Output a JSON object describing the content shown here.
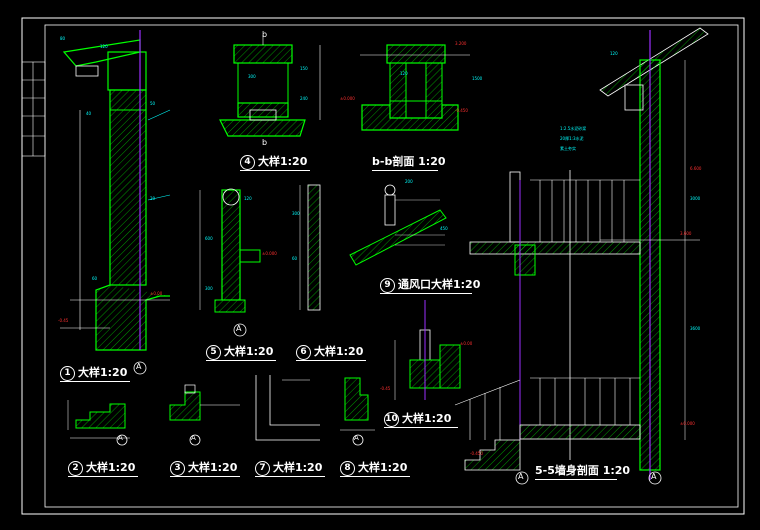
{
  "sheet": {
    "background": "#000000",
    "frame_color": "#ffffff",
    "wall_color": "#00ff00",
    "section_line_color": "#9b30ff",
    "dim_text_color": "#00ffff",
    "level_text_color": "#ff3030"
  },
  "details": [
    {
      "num": "1",
      "title": "大样1:20"
    },
    {
      "num": "2",
      "title": "大样1:20"
    },
    {
      "num": "3",
      "title": "大样1:20"
    },
    {
      "num": "4",
      "title": "大样1:20"
    },
    {
      "num": "5",
      "title": "大样1:20"
    },
    {
      "num": "6",
      "title": "大样1:20"
    },
    {
      "num": "7",
      "title": "大样1:20"
    },
    {
      "num": "8",
      "title": "大样1:20"
    },
    {
      "num": "9",
      "title": "通风口大样1:20"
    },
    {
      "num": "10",
      "title": "大样1:20"
    }
  ],
  "bb_section": {
    "title": "b-b剖面 1:20"
  },
  "wall_section": {
    "title": "5-5墙身剖面 1:20"
  },
  "axis_marker": "A",
  "cut_marker": "b"
}
